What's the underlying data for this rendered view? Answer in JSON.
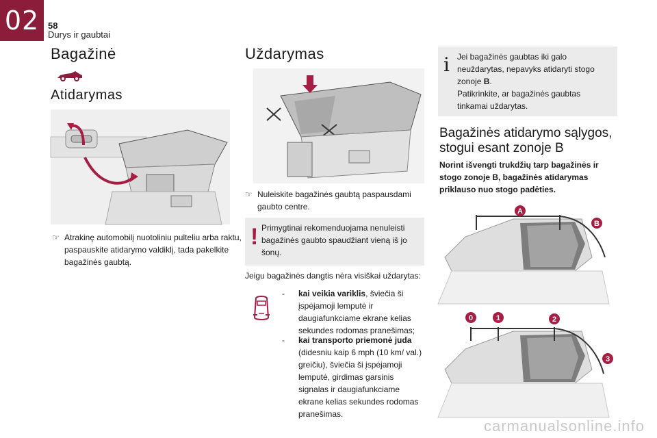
{
  "header": {
    "chapter": "02",
    "page_number": "58",
    "section": "Durys ir gaubtai"
  },
  "left": {
    "title": "Bagažinė",
    "subtitle": "Atidarymas",
    "bullet": "Atrakinę automobilį nuotoliniu pulteliu arba raktu, paspauskite atidarymo valdiklį, tada pakelkite bagažinės gaubtą."
  },
  "middle": {
    "title": "Uždarymas",
    "bullet": "Nuleiskite bagažinės gaubtą paspausdami gaubto centre.",
    "warning": "Primygtinai rekomenduojama nenuleisti bagažinės gaubto spaudžiant vieną iš jo šonų.",
    "intro": "Jeigu bagažinės dangtis nėra visiškai uždarytas:",
    "items": [
      {
        "bold": "kai veikia variklis",
        "rest": ", šviečia ši įspėjamoji lemputė ir daugiafunkciame ekrane kelias sekundes rodomas pranešimas;"
      },
      {
        "bold": "kai transporto priemonė juda",
        "rest": " (didesniu kaip 6 mph (10 km/ val.) greičiu), šviečia ši įspėjamoji lemputė, girdimas garsinis signalas ir daugiafunkciame ekrane kelias sekundes rodomas pranešimas."
      }
    ]
  },
  "right": {
    "info_line1": "Jei bagažinės gaubtas iki galo neuždarytas, nepavyks atidaryti stogo zonoje ",
    "info_zone": "B",
    "info_line1_end": ".",
    "info_line2": "Patikrinkite, ar bagažinės gaubtas tinkamai uždarytas.",
    "title": "Bagažinės atidarymo sąlygos, stogui esant zonoje B",
    "bold_para": "Norint išvengti trukdžių tarp bagažinės ir stogo zonoje B, bagažinės atidarymas priklauso nuo stogo padėties.",
    "zones_top": [
      "A",
      "B"
    ],
    "zones_bottom": [
      "0",
      "1",
      "2",
      "3"
    ]
  },
  "footer": {
    "watermark": "carmanualsonline.info"
  },
  "colors": {
    "brand": "#8b1c3a",
    "box_bg": "#ebebeb"
  }
}
